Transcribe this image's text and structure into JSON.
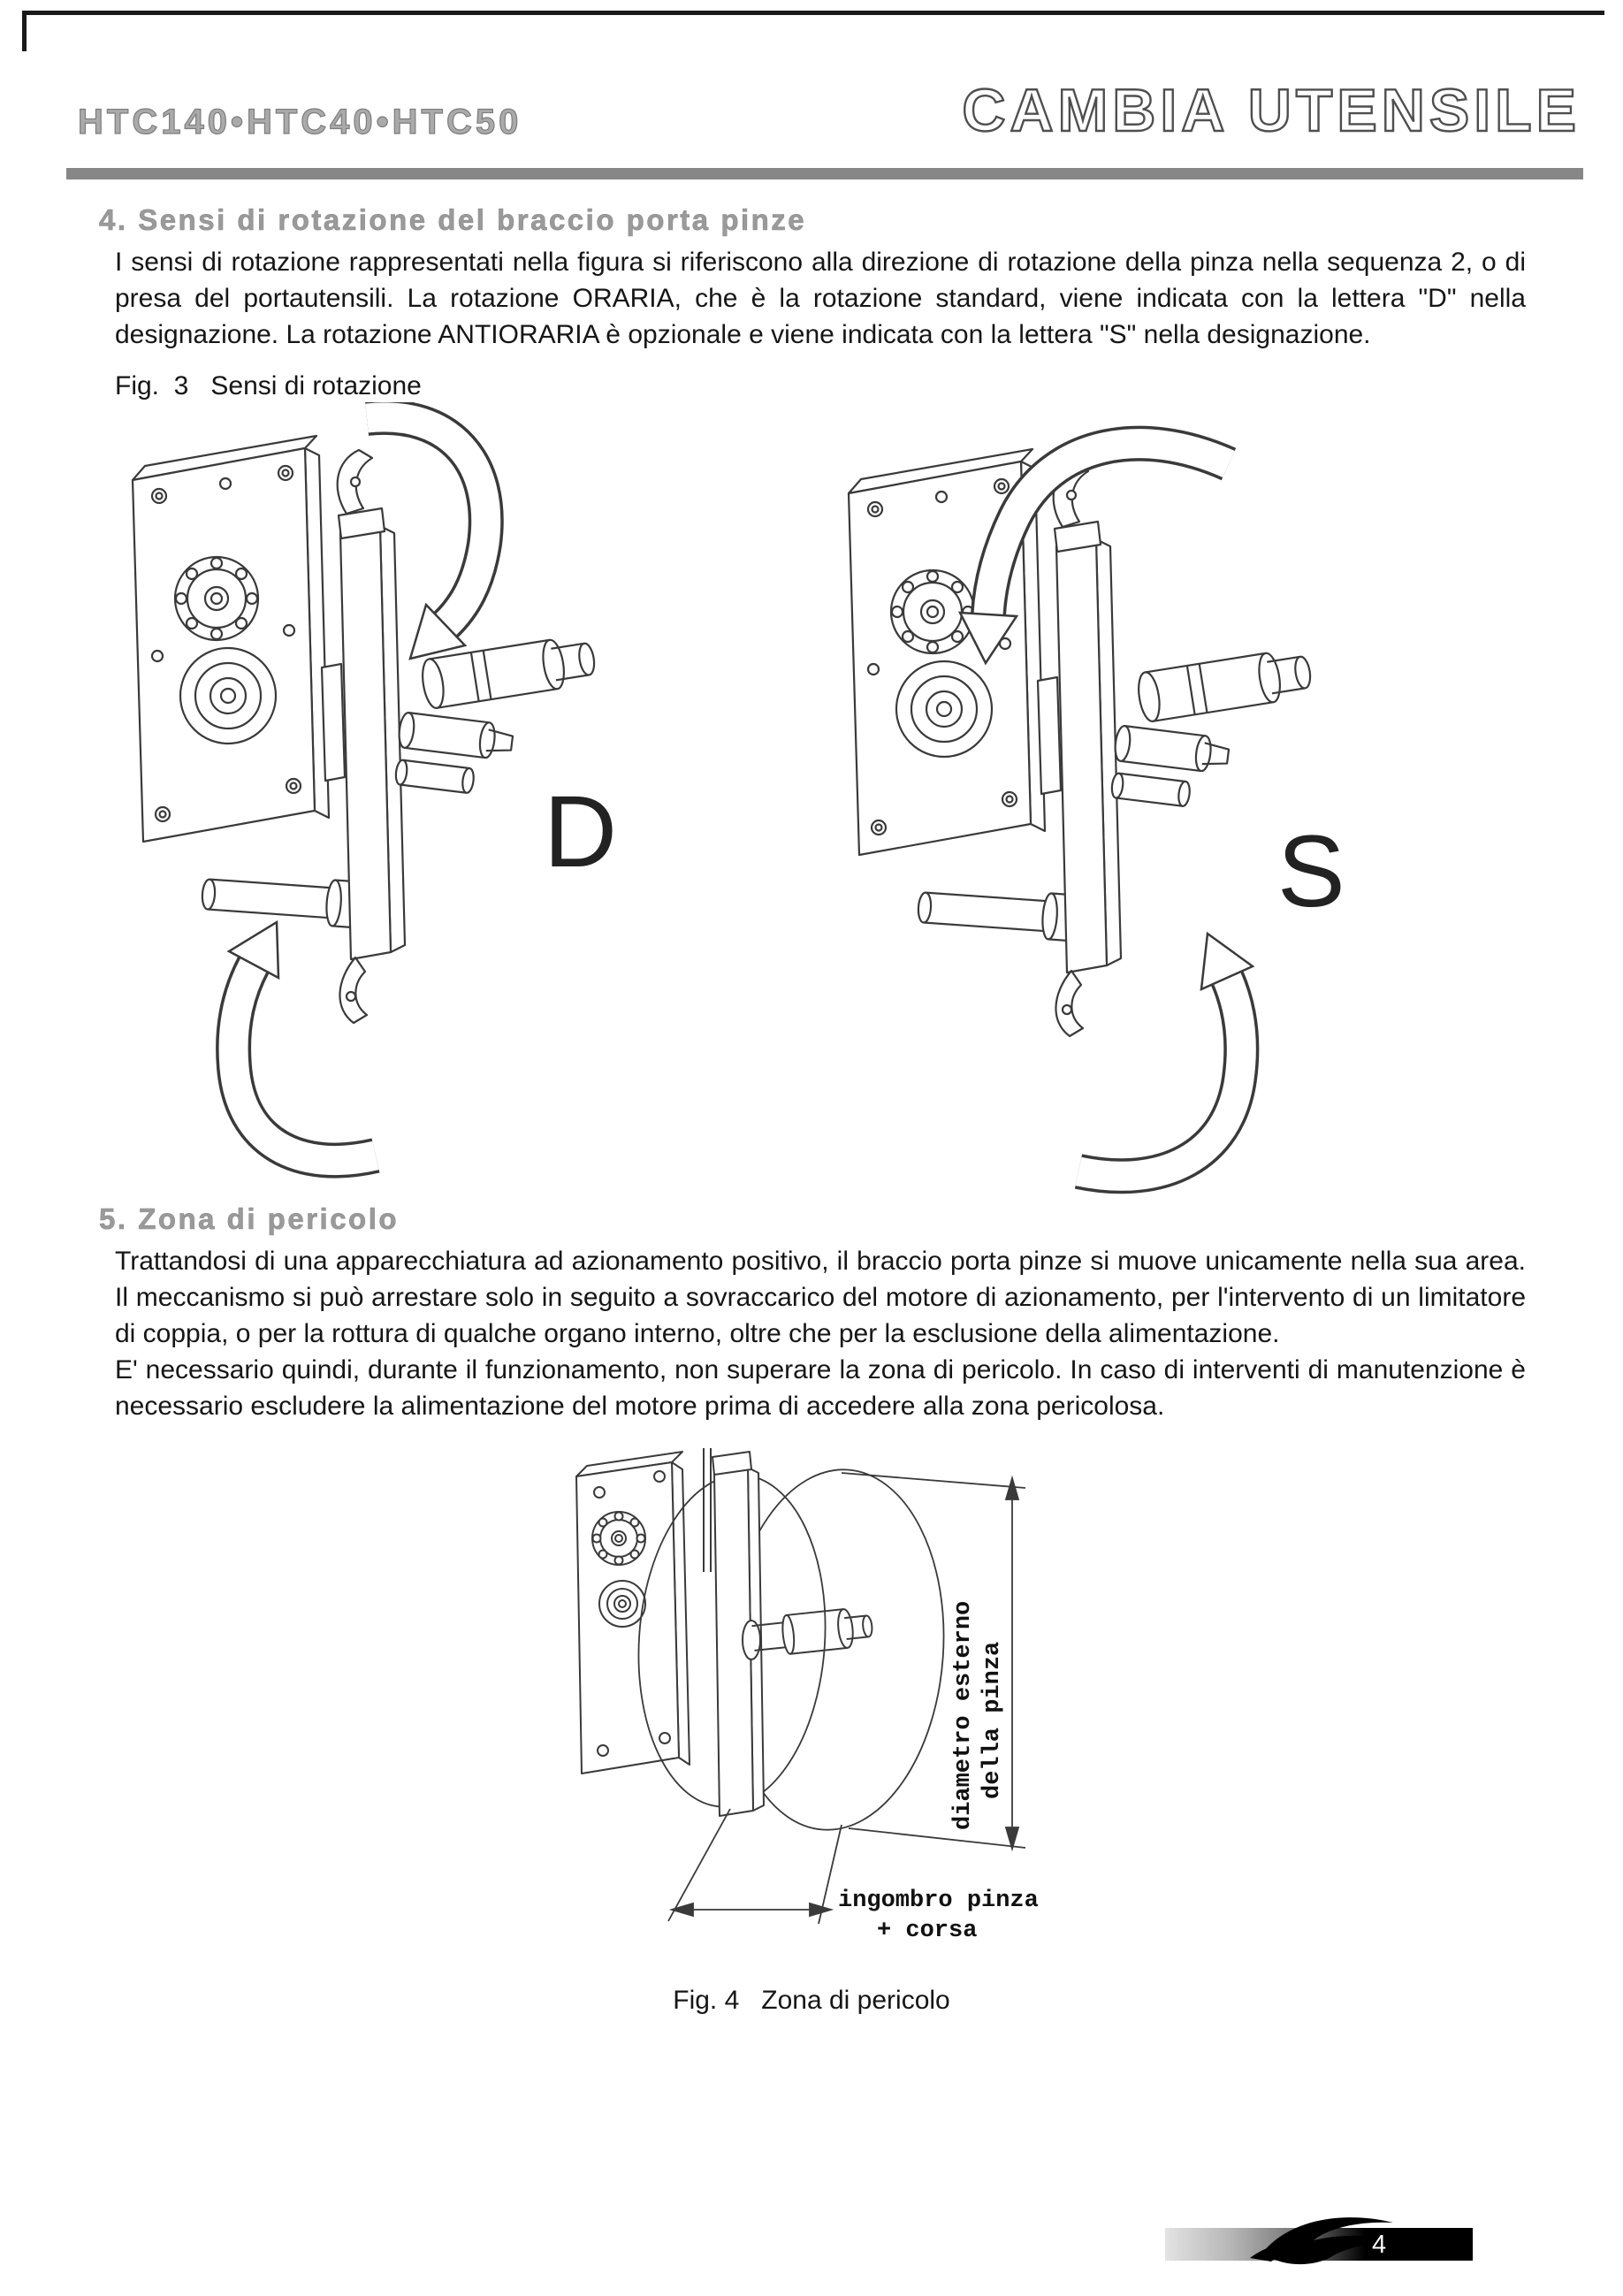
{
  "header": {
    "models": "HTC140•HTC40•HTC50",
    "title": "CAMBIA UTENSILE"
  },
  "rotation_section": {
    "heading": "4. Sensi di rotazione del braccio porta pinze",
    "paragraph": "I sensi di rotazione rappresentati nella figura si riferiscono alla direzione di rotazione della pinza nella sequenza  2, o di presa del portautensili. La rotazione ORARIA, che è la rotazione standard, viene indicata con la lettera  \"D\" nella designazione. La rotazione ANTIORARIA è opzionale e viene indicata con la lettera  \"S\" nella designazione.",
    "figure_caption": "Fig.  3   Sensi di rotazione",
    "clockwise_label": "D",
    "counterclockwise_label": "S"
  },
  "danger_section": {
    "heading": "5. Zona di pericolo",
    "paragraph_1": "Trattandosi di una apparecchiatura ad azionamento positivo, il braccio porta pinze si muove unicamente nella sua area. Il meccanismo si può arrestare solo in seguito a sovraccarico del motore di azionamento, per l'intervento di un limitatore di coppia, o per la rottura di qualche organo interno, oltre che per la esclusione della alimentazione.",
    "paragraph_2": "E' necessario quindi, durante il funzionamento, non superare la zona di pericolo. In caso di interventi di manutenzione è necessario escludere la alimentazione del motore prima di accedere alla zona pericolosa.",
    "figure_caption": "Fig. 4   Zona di pericolo",
    "diameter_label_line1": "diametro esterno",
    "diameter_label_line2": "della pinza",
    "stroke_label_line1": "ingombro pinza",
    "stroke_label_line2": "+ corsa"
  },
  "footer": {
    "page_number": "4"
  },
  "colors": {
    "heading_gray": "#9a9a9a",
    "divider_gray": "#878787",
    "line_dark": "#3a3a3a"
  }
}
